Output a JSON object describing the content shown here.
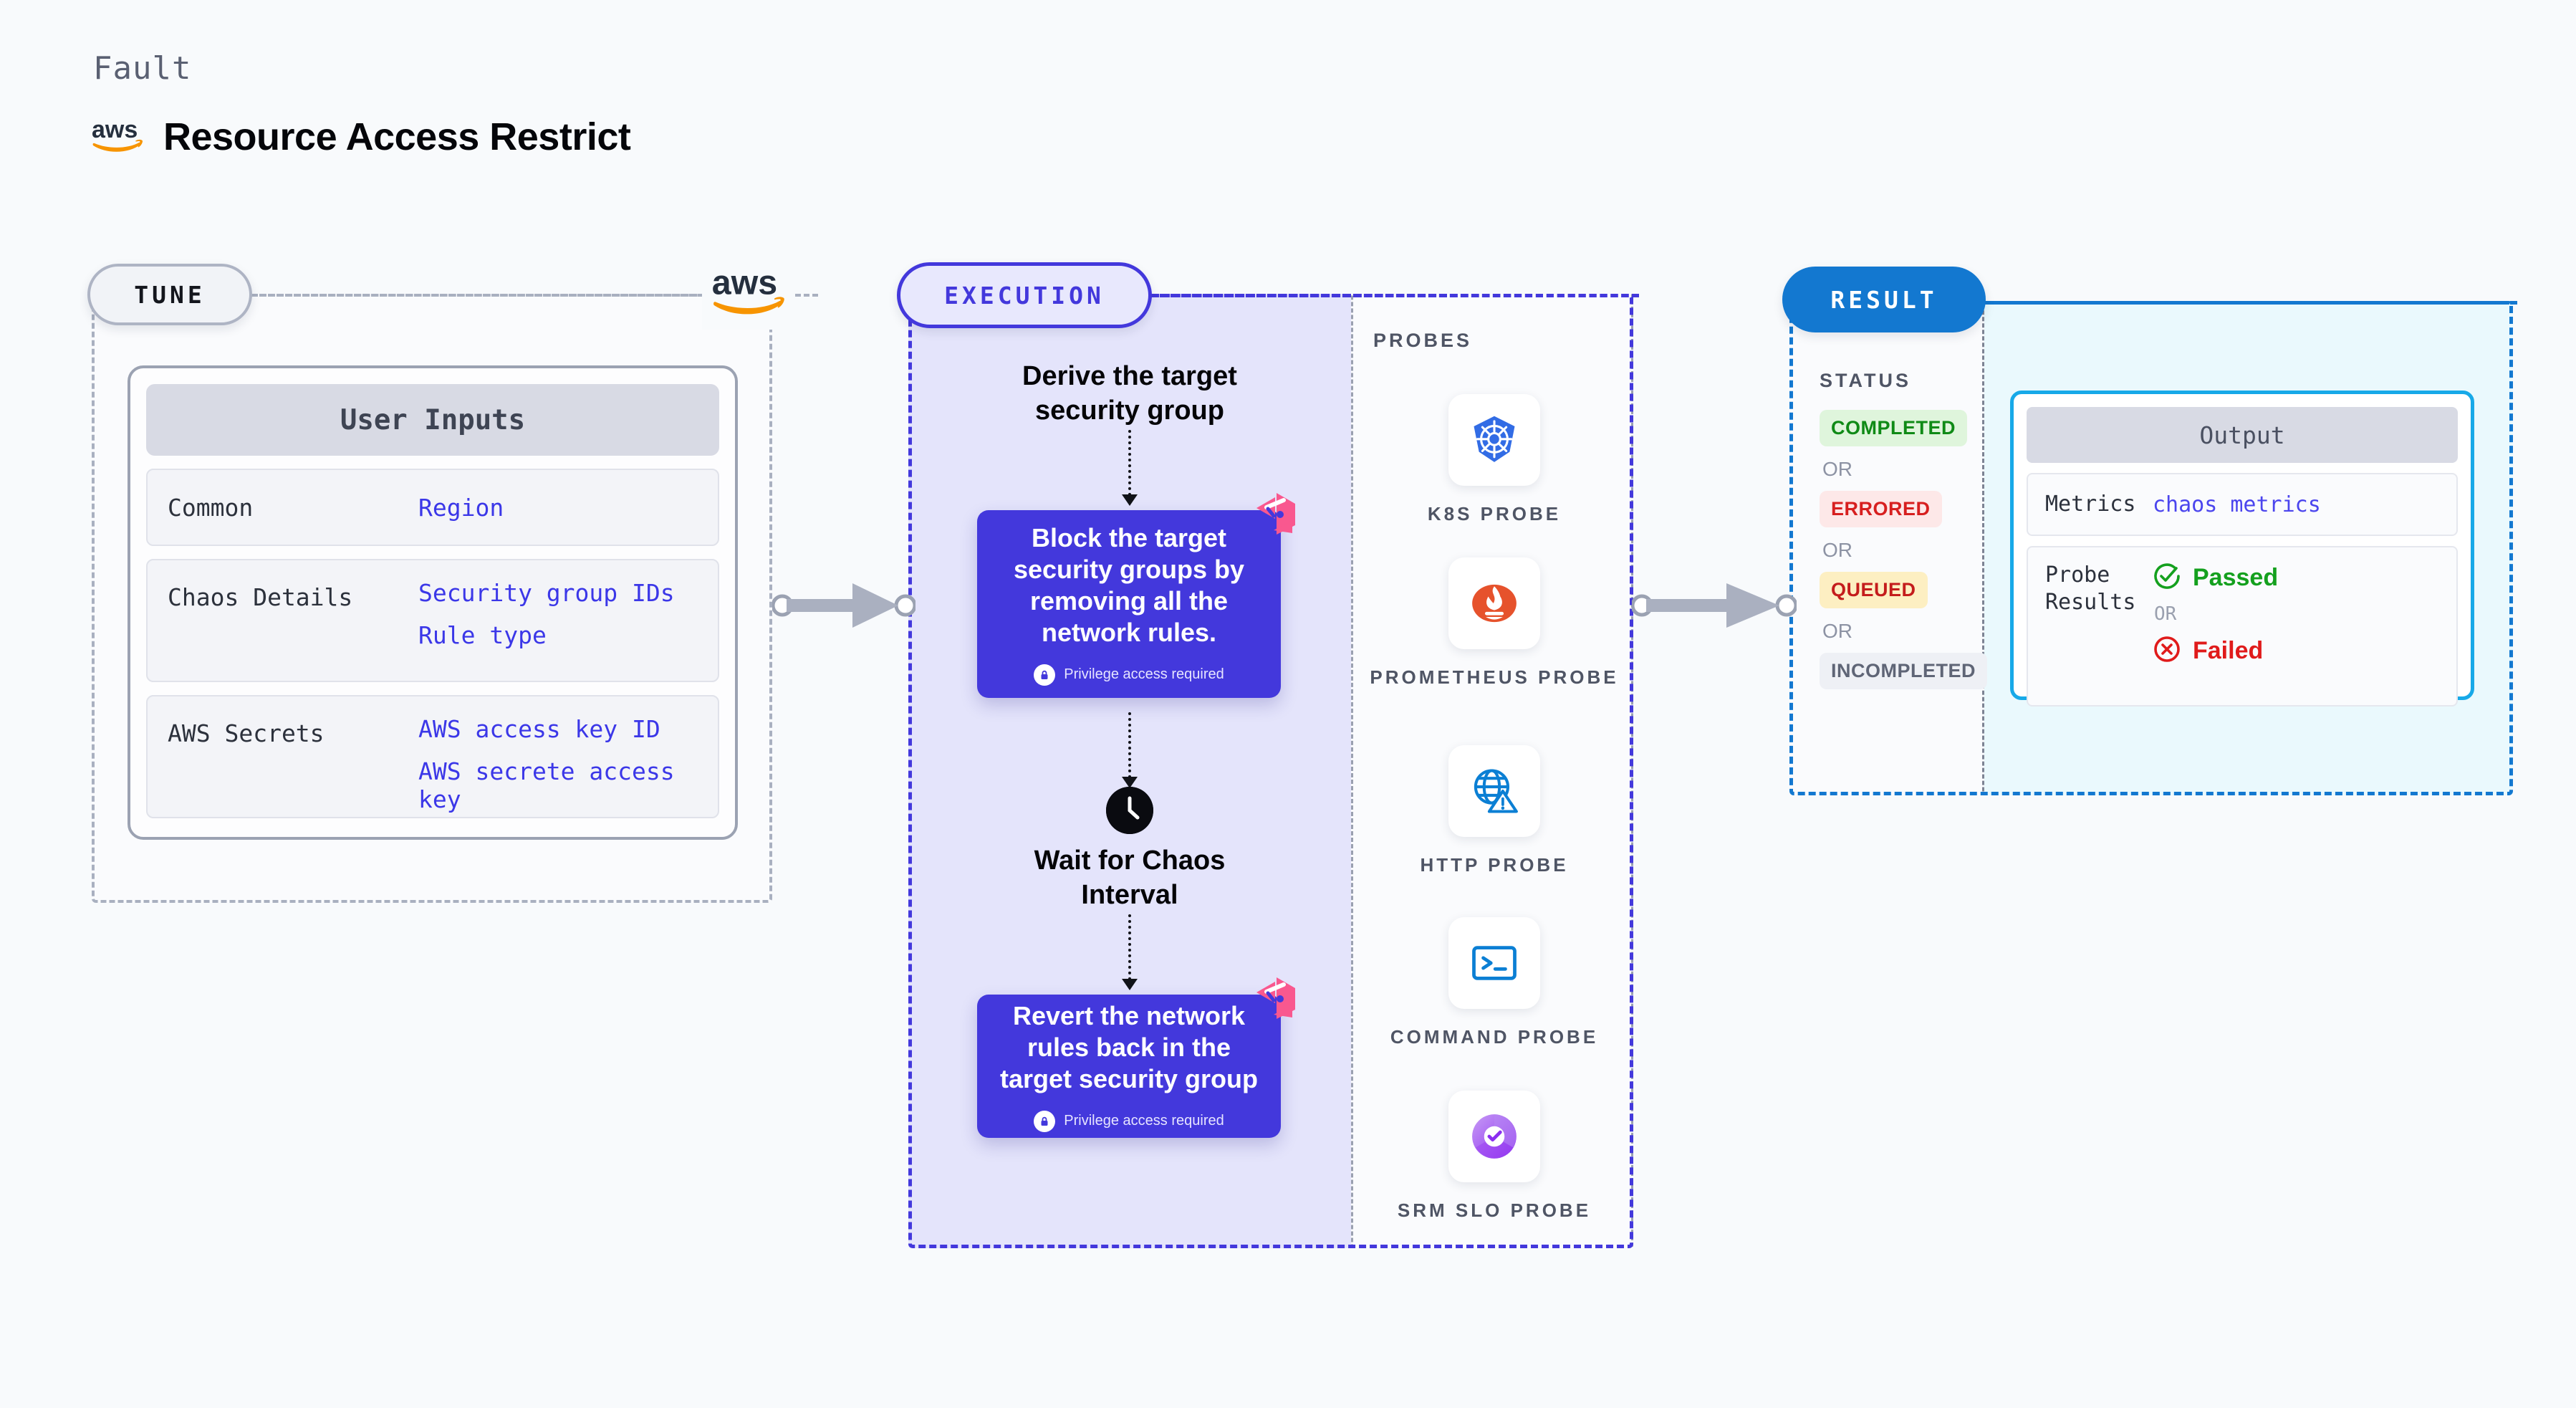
{
  "header": {
    "eyebrow": "Fault",
    "title": "Resource Access Restrict",
    "logo_icon": "aws-logo-icon"
  },
  "tune": {
    "pill_label": "TUNE",
    "aws_tab_icon": "aws-logo-icon",
    "card": {
      "title": "User Inputs",
      "rows": [
        {
          "key": "Common",
          "values": [
            "Region"
          ]
        },
        {
          "key": "Chaos Details",
          "values": [
            "Security group IDs",
            "Rule type"
          ]
        },
        {
          "key": "AWS Secrets",
          "values": [
            "AWS access key ID",
            "AWS secrete access key"
          ]
        }
      ]
    }
  },
  "execution": {
    "pill_label": "EXECUTION",
    "steps": [
      {
        "type": "title",
        "text": "Derive the target security group"
      },
      {
        "type": "node",
        "text": "Block the target security groups by removing all the network rules.",
        "note": "Privilege access required",
        "badge_icon": "harness-chaos-icon",
        "lock_icon": "lock-icon"
      },
      {
        "type": "wait",
        "text": "Wait for Chaos Interval",
        "icon": "clock-icon"
      },
      {
        "type": "node",
        "text": "Revert the network rules back in the target security group",
        "note": "Privilege access required",
        "badge_icon": "harness-chaos-icon",
        "lock_icon": "lock-icon"
      }
    ],
    "probes": {
      "title": "PROBES",
      "items": [
        {
          "label": "K8S PROBE",
          "icon": "kubernetes-icon"
        },
        {
          "label": "PROMETHEUS PROBE",
          "icon": "prometheus-icon"
        },
        {
          "label": "HTTP PROBE",
          "icon": "http-globe-alert-icon"
        },
        {
          "label": "COMMAND PROBE",
          "icon": "terminal-icon"
        },
        {
          "label": "SRM SLO PROBE",
          "icon": "srm-slo-icon"
        }
      ]
    }
  },
  "result": {
    "pill_label": "RESULT",
    "status_title": "STATUS",
    "or_label": "OR",
    "statuses": [
      {
        "label": "COMPLETED",
        "text_color": "#0f8a16",
        "bg_color": "#dff5dc"
      },
      {
        "label": "ERRORED",
        "text_color": "#d71f1f",
        "bg_color": "#fde8e8"
      },
      {
        "label": "QUEUED",
        "text_color": "#c41c1c",
        "bg_color": "#fdefc2"
      },
      {
        "label": "INCOMPLETED",
        "text_color": "#5f6576",
        "bg_color": "#eef0f5"
      }
    ],
    "output": {
      "title": "Output",
      "metrics_key": "Metrics",
      "metrics_value": "chaos metrics",
      "probe_key": "Probe Results",
      "passed_label": "Passed",
      "failed_label": "Failed",
      "or_label": "OR",
      "passed_icon": "check-circle-icon",
      "failed_icon": "x-circle-icon"
    }
  },
  "connectors": {
    "tune_to_execution_icon": "arrow-right-icon",
    "execution_to_result_icon": "arrow-right-icon"
  },
  "colors": {
    "accent_purple": "#4338dc",
    "accent_blue": "#1378d0",
    "accent_cyan": "#17a9e8",
    "pink_badge": "#f9588f",
    "aws_orange": "#f79400"
  }
}
